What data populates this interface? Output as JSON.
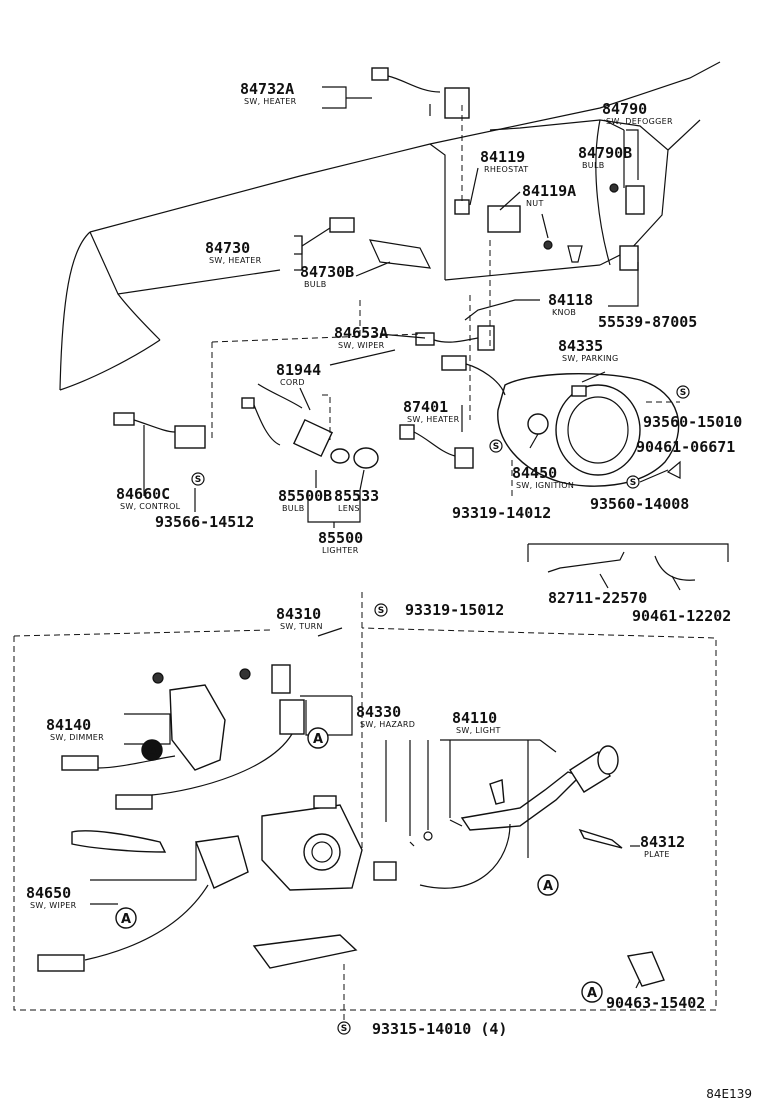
{
  "parts": [
    {
      "id": "84732A",
      "no": "84732A",
      "name": "SW, HEATER"
    },
    {
      "id": "84790",
      "no": "84790",
      "name": "SW, DEFOGGER"
    },
    {
      "id": "84790B",
      "no": "84790B",
      "name": "BULB"
    },
    {
      "id": "84119",
      "no": "84119",
      "name": "RHEOSTAT"
    },
    {
      "id": "84119A",
      "no": "84119A",
      "name": "NUT"
    },
    {
      "id": "84730",
      "no": "84730",
      "name": "SW, HEATER"
    },
    {
      "id": "84730B",
      "no": "84730B",
      "name": "BULB"
    },
    {
      "id": "84118",
      "no": "84118",
      "name": "KNOB"
    },
    {
      "id": "55539-87005",
      "no": "55539-87005",
      "name": ""
    },
    {
      "id": "84653A",
      "no": "84653A",
      "name": "SW, WIPER"
    },
    {
      "id": "84335",
      "no": "84335",
      "name": "SW, PARKING"
    },
    {
      "id": "81944",
      "no": "81944",
      "name": "CORD"
    },
    {
      "id": "87401",
      "no": "87401",
      "name": "SW, HEATER"
    },
    {
      "id": "93560-15010",
      "no": "93560-15010",
      "name": ""
    },
    {
      "id": "90461-06671",
      "no": "90461-06671",
      "name": ""
    },
    {
      "id": "84450",
      "no": "84450",
      "name": "SW, IGNITION"
    },
    {
      "id": "93560-14008",
      "no": "93560-14008",
      "name": ""
    },
    {
      "id": "84660C",
      "no": "84660C",
      "name": "SW, CONTROL"
    },
    {
      "id": "85500B",
      "no": "85500B",
      "name": "BULB"
    },
    {
      "id": "85533",
      "no": "85533",
      "name": "LENS"
    },
    {
      "id": "93566-14512",
      "no": "93566-14512",
      "name": ""
    },
    {
      "id": "93319-14012",
      "no": "93319-14012",
      "name": ""
    },
    {
      "id": "85500",
      "no": "85500",
      "name": "LIGHTER"
    },
    {
      "id": "82711-22570",
      "no": "82711-22570",
      "name": ""
    },
    {
      "id": "90461-12202",
      "no": "90461-12202",
      "name": ""
    },
    {
      "id": "84310",
      "no": "84310",
      "name": "SW, TURN"
    },
    {
      "id": "93319-15012",
      "no": "93319-15012",
      "name": ""
    },
    {
      "id": "84330",
      "no": "84330",
      "name": "SW, HAZARD"
    },
    {
      "id": "84110",
      "no": "84110",
      "name": "SW, LIGHT"
    },
    {
      "id": "84140",
      "no": "84140",
      "name": "SW, DIMMER"
    },
    {
      "id": "84312",
      "no": "84312",
      "name": "PLATE"
    },
    {
      "id": "84650",
      "no": "84650",
      "name": "SW, WIPER"
    },
    {
      "id": "90463-15402",
      "no": "90463-15402",
      "name": ""
    },
    {
      "id": "93315-14010",
      "no": "93315-14010 (4)",
      "name": ""
    }
  ],
  "markers": {
    "circle_a": "A",
    "circle_s": "S"
  },
  "footer": {
    "code": "84E139"
  }
}
